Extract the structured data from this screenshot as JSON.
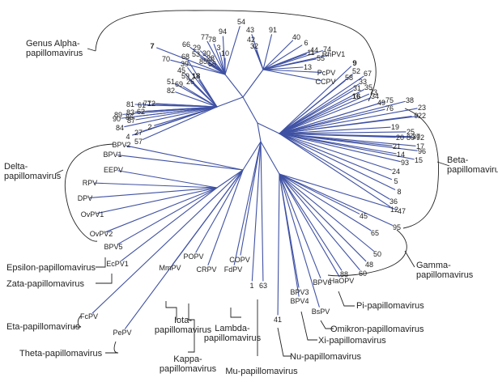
{
  "genera": {
    "alpha": [
      "Genus Alpha-",
      "papillomavirus"
    ],
    "beta": [
      "Beta-",
      "papillomavirus"
    ],
    "gamma": [
      "Gamma-",
      "papillomavirus"
    ],
    "delta": [
      "Delta-",
      "papillomavirus"
    ],
    "epsilon": [
      "Epsilon-papillomavirus"
    ],
    "zeta": [
      "Zata-papillomavirus"
    ],
    "eta": [
      "Eta-papillomavirus"
    ],
    "theta": [
      "Theta-papillomavirus"
    ],
    "iota": [
      "Iota-",
      "papillomavirus"
    ],
    "kappa": [
      "Kappa-",
      "papillomavirus"
    ],
    "lambda": [
      "Lambda-",
      "papillomavirus"
    ],
    "mu": [
      "Mu-papillomavirus"
    ],
    "nu": [
      "Nu-papillomavirus"
    ],
    "xi": [
      "Xi-papillomavirus"
    ],
    "omikron": [
      "Omikron-papillomavirus"
    ],
    "pi": [
      "Pi-papillomavirus"
    ]
  },
  "leaves": [
    "7",
    "70",
    "66",
    "77",
    "29",
    "78",
    "94",
    "54",
    "43",
    "42",
    "32",
    "91",
    "40",
    "6",
    "11",
    "55",
    "44",
    "74",
    "PcPV",
    "CCPV",
    "13",
    "RhPV1",
    "9",
    "52",
    "67",
    "58",
    "33",
    "35",
    "31",
    "16",
    "18",
    "10",
    "28",
    "3",
    "30",
    "53",
    "85",
    "56",
    "39",
    "68",
    "45",
    "59",
    "26",
    "51",
    "69",
    "82",
    "71",
    "90",
    "61",
    "81",
    "86",
    "72",
    "83",
    "89",
    "62",
    "84",
    "87",
    "2",
    "27",
    "57",
    "4",
    "BPV2",
    "BPV1",
    "EEPV",
    "RPV",
    "DPV",
    "OvPV1",
    "OvPV2",
    "BPV5",
    "EcPV1",
    "FcPV",
    "PePV",
    "MmPV",
    "POPV",
    "CRPV",
    "COPV",
    "FdPV",
    "1",
    "63",
    "41",
    "BPV3",
    "BPV4",
    "BPV6",
    "HaOPV",
    "BsPV",
    "88",
    "60",
    "48",
    "50",
    "65",
    "45",
    "95",
    "47",
    "12",
    "36",
    "8",
    "5",
    "24",
    "93",
    "14",
    "21",
    "20",
    "19",
    "25",
    "92",
    "96",
    "15",
    "80",
    "17",
    "37",
    "9",
    "22",
    "23",
    "38",
    "75",
    "76",
    "49",
    "34",
    "73"
  ]
}
